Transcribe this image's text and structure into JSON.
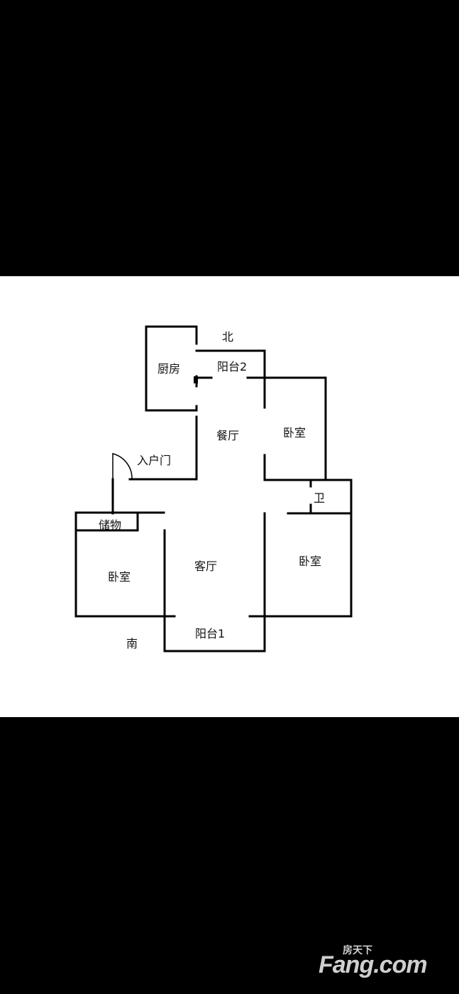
{
  "floor_plan": {
    "rooms": {
      "kitchen": "厨房",
      "balcony_north": "阳台2",
      "dining": "餐厅",
      "bedroom_ne": "卧室",
      "entrance_door": "入户门",
      "bathroom": "卫",
      "storage": "储物",
      "bedroom_sw": "卧室",
      "living": "客厅",
      "bedroom_se": "卧室",
      "balcony_south": "阳台1"
    },
    "compass": {
      "north": "北",
      "south": "南"
    }
  },
  "watermark": {
    "brand": "Fang.com",
    "sub": "房天下"
  },
  "colors": {
    "background": "#000000",
    "panel": "#ffffff",
    "wall": "#000000",
    "watermark": "#cfcfcf"
  }
}
